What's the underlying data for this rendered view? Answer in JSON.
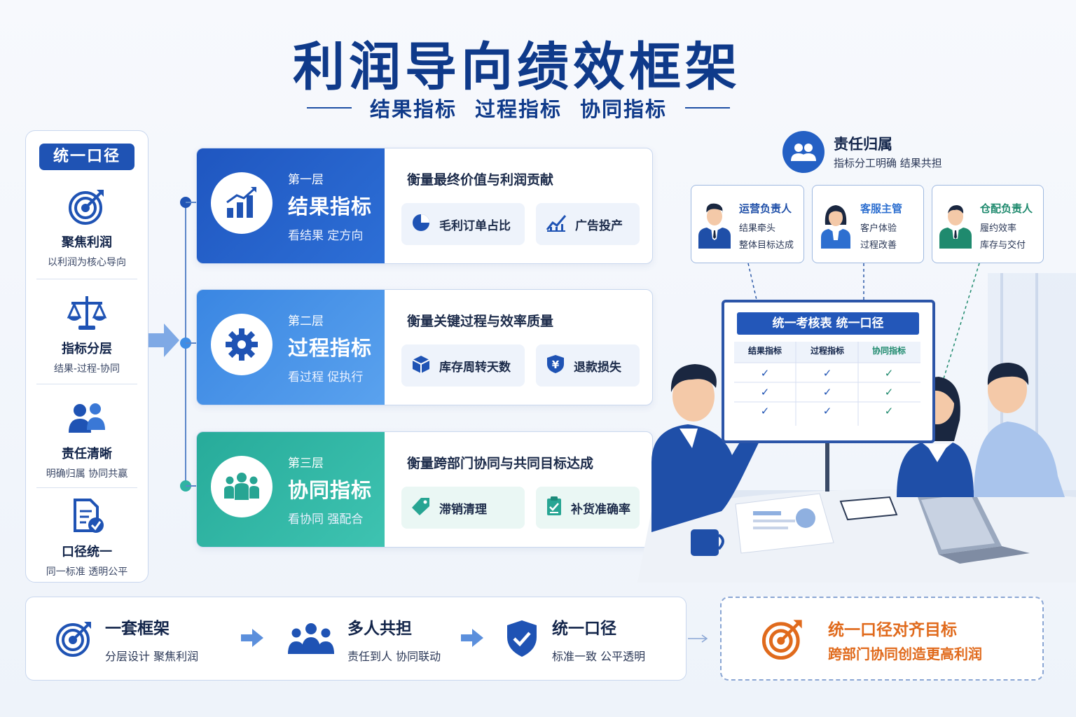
{
  "header": {
    "title": "利润导向绩效框架",
    "subtitle_items": [
      "结果指标",
      "过程指标",
      "协同指标"
    ]
  },
  "left_panel": {
    "badge": "统一口径",
    "items": [
      {
        "title": "聚焦利润",
        "desc": "以利润为核心导向",
        "icon": "target-icon"
      },
      {
        "title": "指标分层",
        "desc": "结果-过程-协同",
        "icon": "balance-scale-icon"
      },
      {
        "title": "责任清晰",
        "desc": "明确归属  协同共赢",
        "icon": "people-icon"
      },
      {
        "title": "口径统一",
        "desc": "同一标准  透明公平",
        "icon": "document-check-icon"
      }
    ]
  },
  "layers": [
    {
      "level": "第一层",
      "name": "结果指标",
      "tag": "看结果  定方向",
      "desc": "衡量最终价值与利润贡献",
      "chips": [
        {
          "label": "毛利订单占比",
          "icon": "pie-chart-icon"
        },
        {
          "label": "广告投产",
          "icon": "trend-chart-icon"
        }
      ],
      "color": "#2361c7",
      "chip_bg": "#eef3fb"
    },
    {
      "level": "第二层",
      "name": "过程指标",
      "tag": "看过程  促执行",
      "desc": "衡量关键过程与效率质量",
      "chips": [
        {
          "label": "库存周转天数",
          "icon": "box-icon"
        },
        {
          "label": "退款损失",
          "icon": "yen-shield-icon"
        }
      ],
      "color": "#3f8ee6",
      "chip_bg": "#eef3fb"
    },
    {
      "level": "第三层",
      "name": "协同指标",
      "tag": "看协同  强配合",
      "desc": "衡量跨部门协同与共同目标达成",
      "chips": [
        {
          "label": "滞销清理",
          "icon": "tag-icon"
        },
        {
          "label": "补货准确率",
          "icon": "clipboard-check-icon"
        }
      ],
      "color": "#2fb3a3",
      "chip_bg": "#eaf7f4"
    }
  ],
  "responsibility": {
    "title": "责任归属",
    "subtitle": "指标分工明确  结果共担",
    "roles": [
      {
        "name": "运营负责人",
        "line1": "结果牵头",
        "line2": "整体目标达成",
        "color": "#1f4fa8"
      },
      {
        "name": "客服主管",
        "line1": "客户体验",
        "line2": "过程改善",
        "color": "#2d6fd0"
      },
      {
        "name": "仓配负责人",
        "line1": "履约效率",
        "line2": "库存与交付",
        "color": "#1f8a6e"
      }
    ]
  },
  "board": {
    "title": "统一考核表   统一口径",
    "columns": [
      "结果指标",
      "过程指标",
      "协同指标"
    ],
    "check": "✓"
  },
  "bottom": {
    "items": [
      {
        "title": "一套框架",
        "desc": "分层设计  聚焦利润"
      },
      {
        "title": "多人共担",
        "desc": "责任到人  协同联动"
      },
      {
        "title": "统一口径",
        "desc": "标准一致  公平透明"
      }
    ],
    "goal_line1": "统一口径对齐目标",
    "goal_line2": "跨部门协同创造更高利润"
  },
  "colors": {
    "primary": "#0f3a8a",
    "accent_orange": "#e06a1c",
    "green": "#2fb3a3"
  }
}
